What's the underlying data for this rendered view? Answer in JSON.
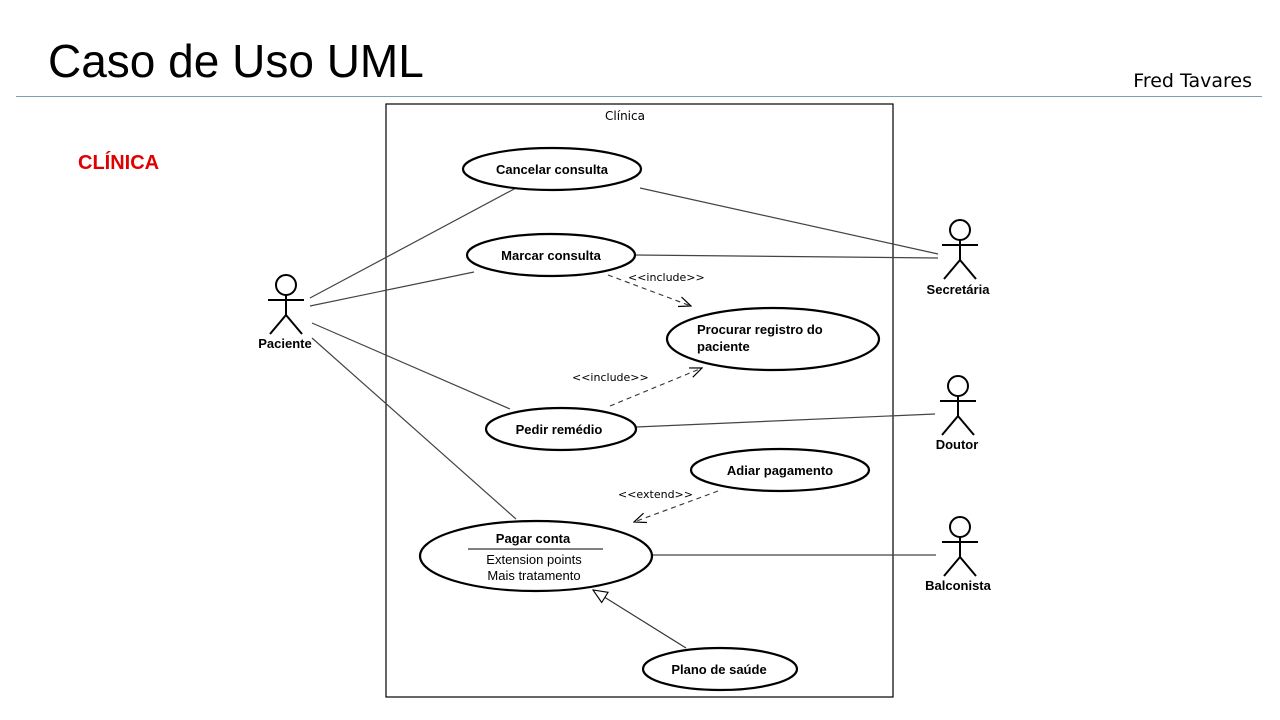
{
  "header": {
    "title": "Caso de Uso UML",
    "author": "Fred Tavares"
  },
  "section": {
    "label": "CLÍNICA",
    "color": "#e00000"
  },
  "diagram": {
    "system_label": "Clínica",
    "actors": {
      "paciente": "Paciente",
      "secretaria": "Secretária",
      "doutor": "Doutor",
      "balconista": "Balconista"
    },
    "use_cases": {
      "cancelar": "Cancelar consulta",
      "marcar": "Marcar consulta",
      "procurar_line1": "Procurar registro do",
      "procurar_line2": "paciente",
      "pedir": "Pedir remédio",
      "adiar": "Adiar pagamento",
      "pagar": "Pagar conta",
      "pagar_ext_title": "Extension points",
      "pagar_ext_point": "Mais tratamento",
      "plano": "Plano de saúde"
    },
    "stereotypes": {
      "include_1": "<<include>>",
      "include_2": "<<include>>",
      "extend": "<<extend>>"
    }
  }
}
